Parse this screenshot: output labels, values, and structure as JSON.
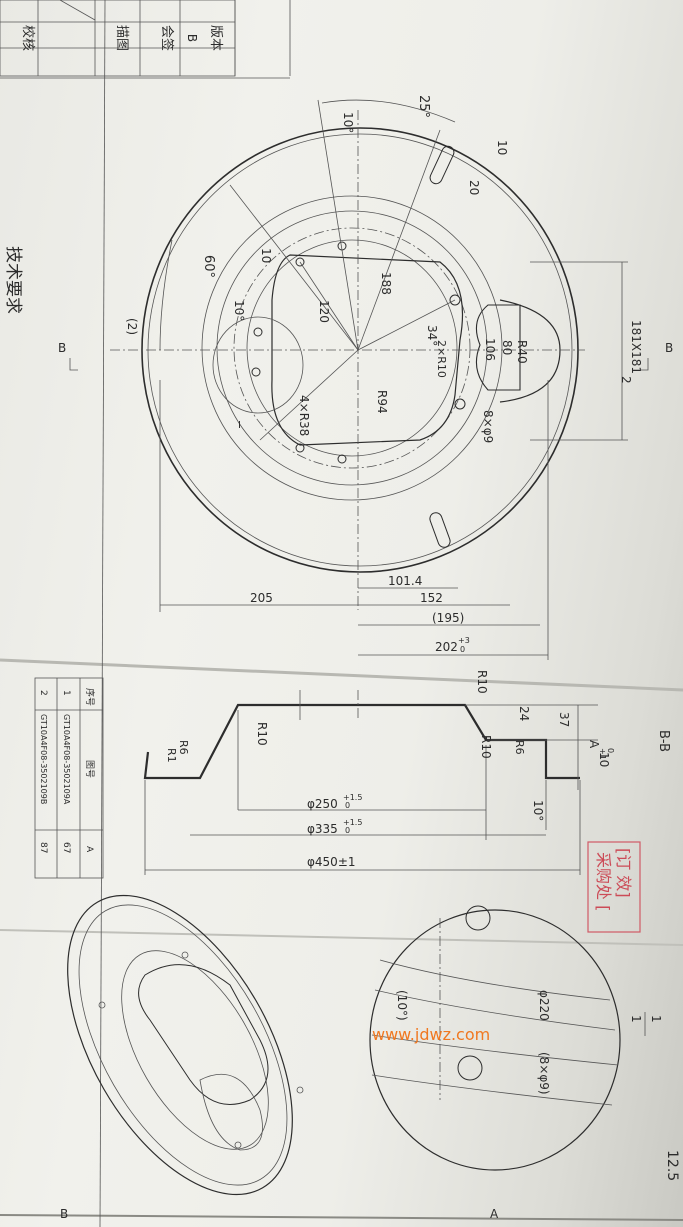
{
  "title_block": {
    "rows": [
      "版本",
      "B",
      "会签",
      "描图",
      "校核"
    ]
  },
  "tech_requirements": "技术要求",
  "section_marks": {
    "b_left": "B",
    "b_right": "B",
    "section_label": "B-B"
  },
  "plan_view_dims": {
    "angle_10_top": "10°",
    "angle_25": "25°",
    "slot_width": "10",
    "slot_len": "20",
    "d_10_inner": "10",
    "angle_60": "60°",
    "angle_10_left": "10°",
    "paren_2": "(2)",
    "d_188": "188",
    "d_120": "120",
    "angle_34": "34°",
    "r_2xr10": "2×R10",
    "d_106": "106",
    "d_80": "80",
    "r40": "R40",
    "d_181": "181X181",
    "d_2": "2",
    "r94": "R94",
    "r_4xr38": "4×R38",
    "holes_8x9": "8×φ9",
    "d_101_4": "101.4",
    "d_205": "205",
    "d_152": "152",
    "d_195": "(195)",
    "d_202": "202",
    "d_202_tol": "+3",
    "d_202_tol_low": "0"
  },
  "section_view_dims": {
    "r10_a": "R10",
    "r10_b": "R10",
    "r10_c": "R10",
    "r6_a": "R6",
    "r6_b": "R6",
    "r1": "R1",
    "d_24": "24",
    "d_37": "37",
    "d_a_tol": "A",
    "d_a_tol_up": "+1",
    "d_a_tol_low": "0",
    "d_10": "10",
    "angle_10": "10°",
    "d_250": "φ250",
    "d_250_tol": "+1.5",
    "d_250_tol_low": "0",
    "d_335": "φ335",
    "d_335_tol": "+1.5",
    "d_335_tol_low": "0",
    "d_450": "φ450±1"
  },
  "parts_table": {
    "headers": [
      "序号",
      "图号",
      "A"
    ],
    "rows": [
      [
        "1",
        "GT10A4F08-3502109A",
        "67"
      ],
      [
        "2",
        "GT10A4F08-3502109B",
        "87"
      ]
    ]
  },
  "stamp": {
    "line1": "[订 效]",
    "line2": "采购处 ["
  },
  "detail_view": {
    "d_220": "φ220",
    "angle_10": "(10°)",
    "holes": "(8×φ9)",
    "scale_num": "1",
    "scale_den": "1",
    "label": "I"
  },
  "watermark": "www.jdwz.com",
  "roughness": "12.5",
  "border_marks": {
    "a": "A",
    "b": "B"
  }
}
